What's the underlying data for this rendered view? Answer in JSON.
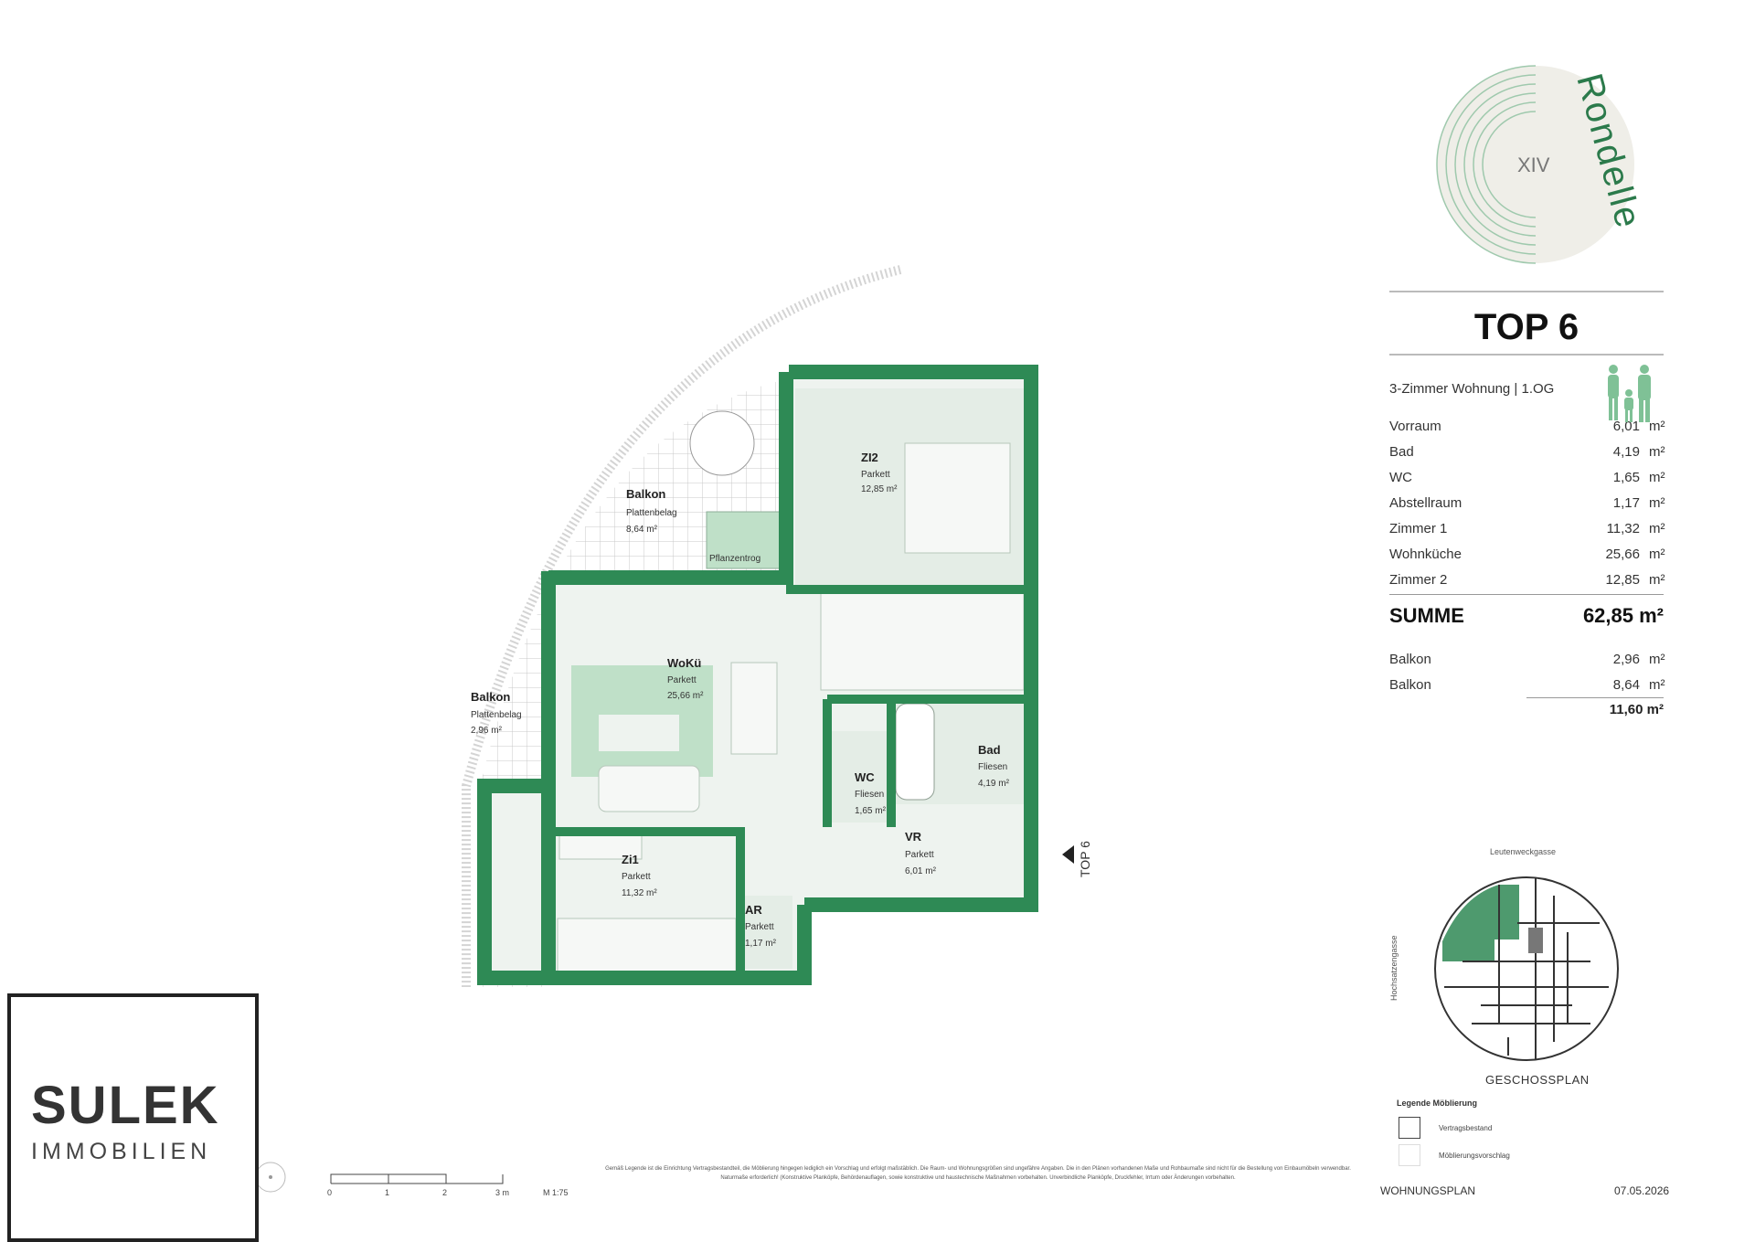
{
  "logo": {
    "numeral": "XIV",
    "wordmark": "Rondelle"
  },
  "unit": {
    "title": "TOP 6",
    "subtitle": "3-Zimmer Wohnung | 1.OG",
    "rooms": [
      {
        "name": "Vorraum",
        "area": "6,01",
        "unit": "m²"
      },
      {
        "name": "Bad",
        "area": "4,19",
        "unit": "m²"
      },
      {
        "name": "WC",
        "area": "1,65",
        "unit": "m²"
      },
      {
        "name": "Abstellraum",
        "area": "1,17",
        "unit": "m²"
      },
      {
        "name": "Zimmer 1",
        "area": "11,32",
        "unit": "m²"
      },
      {
        "name": "Wohnküche",
        "area": "25,66",
        "unit": "m²"
      },
      {
        "name": "Zimmer 2",
        "area": "12,85",
        "unit": "m²"
      }
    ],
    "sum_label": "SUMME",
    "sum_value": "62,85 m²",
    "balconies": [
      {
        "name": "Balkon",
        "area": "2,96",
        "unit": "m²"
      },
      {
        "name": "Balkon",
        "area": "8,64",
        "unit": "m²"
      }
    ],
    "balcony_total": "11,60 m²"
  },
  "plan": {
    "zi2": {
      "label": "ZI2",
      "floor": "Parkett",
      "area": "12,85 m²"
    },
    "balkon1": {
      "label": "Balkon",
      "floor": "Plattenbelag",
      "area": "8,64 m²"
    },
    "pflanzentrog": "Pflanzentrog",
    "woku": {
      "label": "WoKü",
      "floor": "Parkett",
      "area": "25,66 m²"
    },
    "balkon2": {
      "label": "Balkon",
      "floor": "Plattenbelag",
      "area": "2,96 m²"
    },
    "bad": {
      "label": "Bad",
      "floor": "Fliesen",
      "area": "4,19 m²"
    },
    "wc": {
      "label": "WC",
      "floor": "Fliesen",
      "area": "1,65 m²"
    },
    "vr": {
      "label": "VR",
      "floor": "Parkett",
      "area": "6,01 m²"
    },
    "zi1": {
      "label": "Zi1",
      "floor": "Parkett",
      "area": "11,32 m²"
    },
    "ar": {
      "label": "AR",
      "floor": "Parkett",
      "area": "1,17 m²"
    },
    "entrance_tag": "TOP 6"
  },
  "scale": {
    "ticks": [
      "0",
      "1",
      "2",
      "3 m"
    ],
    "ratio": "M 1:75"
  },
  "minimap": {
    "street_top": "Leutenweckgasse",
    "street_left": "Hochsatzengasse",
    "caption": "GESCHOSSPLAN"
  },
  "legend": {
    "title": "Legende Möblierung",
    "items": [
      "Vertragsbestand",
      "Möblierungsvorschlag"
    ]
  },
  "footer": {
    "plan_type": "WOHNUNGSPLAN",
    "date": "07.05.2026"
  },
  "brand": {
    "main": "SULEK",
    "sub": "IMMOBILIEN"
  },
  "disclaimer": "Gemäß Legende ist die Einrichtung Vertragsbestandteil, die Möblierung hingegen lediglich ein Vorschlag und erfolgt maßstäblich. Die Raum- und Wohnungsgrößen sind ungefähre Angaben. Die in den Plänen vorhandenen Maße und Rohbaumaße sind nicht für die Bestellung von Einbaumöbeln verwendbar. Naturmaße erforderlich! (Konstruktive Planköpfe, Behördenauflagen, sowie konstruktive und haustechnische Maßnahmen vorbehalten. Unverbindliche Planköpfe, Druckfehler, Irrtum oder Änderungen vorbehalten."
}
